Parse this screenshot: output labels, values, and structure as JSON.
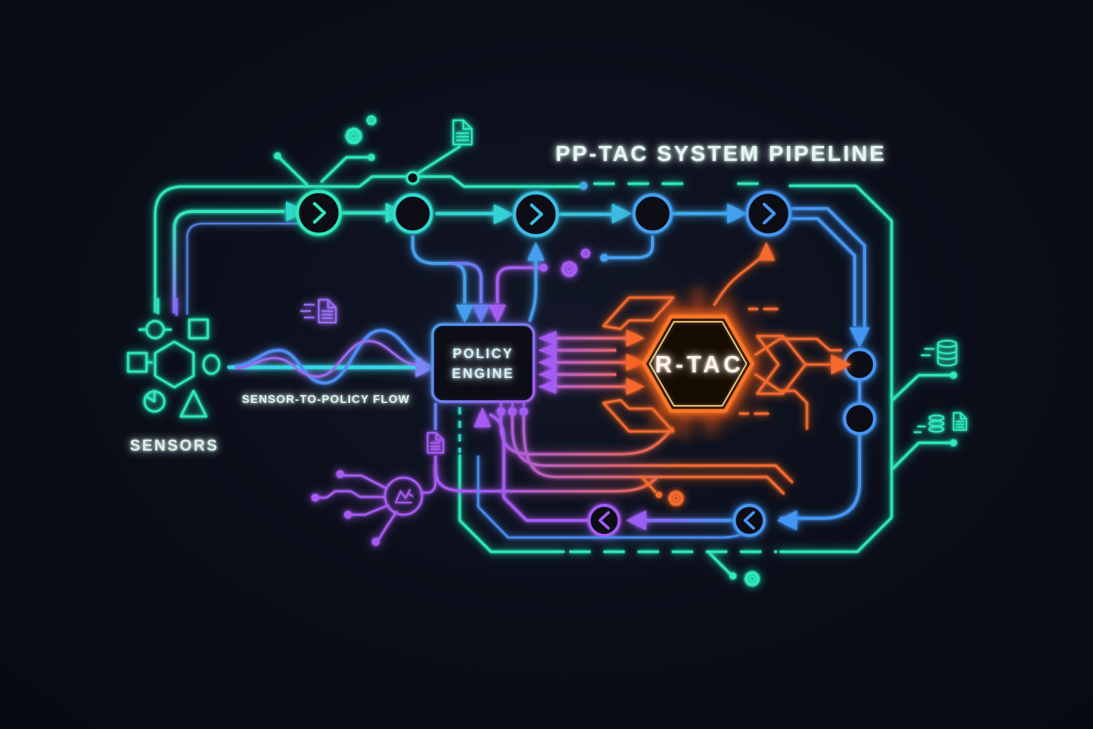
{
  "title": "PP-TAC SYSTEM PIPELINE",
  "sensors": {
    "label": "SENSORS",
    "shapes": [
      "node-circle",
      "square",
      "hexagon",
      "small-square",
      "ellipse",
      "pie-chart",
      "triangle"
    ]
  },
  "flow": {
    "label": "SENSOR-TO-POLICY FLOW"
  },
  "policy_engine": {
    "label_line1": "POLICY",
    "label_line2": "ENGINE"
  },
  "rtac": {
    "label": "R-TAC"
  },
  "pipeline": {
    "stage_nodes": [
      {
        "type": "chevron-right"
      },
      {
        "type": "plain"
      },
      {
        "type": "chevron-right"
      },
      {
        "type": "plain"
      },
      {
        "type": "chevron-right"
      }
    ],
    "output_nodes": [
      {
        "type": "plain"
      },
      {
        "type": "plain"
      }
    ],
    "return_nodes": [
      {
        "type": "chevron-left"
      },
      {
        "type": "chevron-left"
      }
    ]
  },
  "icons": [
    "gear-icon",
    "document-icon",
    "database-icon",
    "coins-icon",
    "ai-node-icon"
  ],
  "colors": {
    "background": "#0a0d17",
    "teal": "#2fe8bd",
    "cyan": "#38d6e8",
    "blue": "#4596f2",
    "indigo": "#6b7ff5",
    "purple": "#a55cf2",
    "orange": "#f4692e",
    "fire": "#ff7428",
    "text": "#e6f7f3"
  }
}
